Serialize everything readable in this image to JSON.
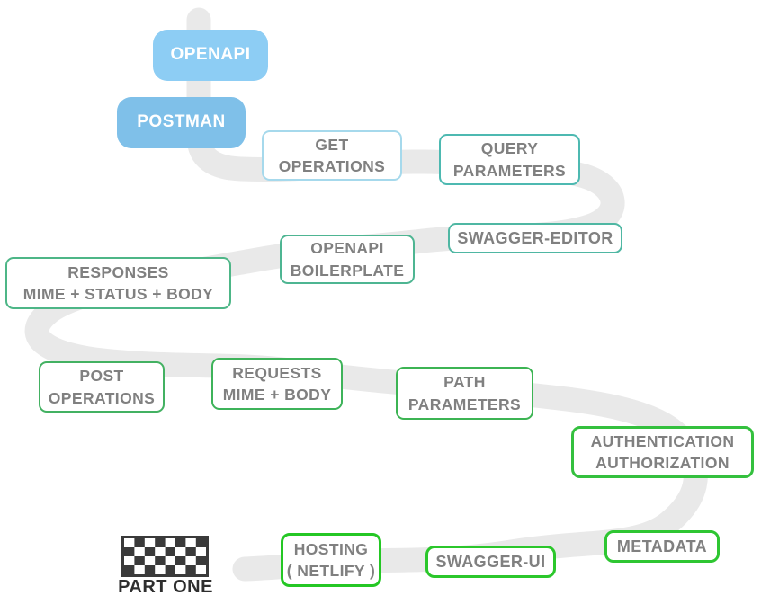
{
  "diagram": {
    "type": "roadmap",
    "road_color": "#e9e9e9",
    "label_color": "#808080"
  },
  "nodes": {
    "openapi": {
      "line1": "OPENAPI",
      "fill": "#8dcdf4",
      "text_color": "#ffffff"
    },
    "postman": {
      "line1": "POSTMAN",
      "fill": "#7fc0e9",
      "text_color": "#ffffff"
    },
    "get_operations": {
      "line1": "GET",
      "line2": "OPERATIONS",
      "border": "#a6d9ec"
    },
    "query_parameters": {
      "line1": "QUERY",
      "line2": "PARAMETERS",
      "border": "#4db9b1"
    },
    "swagger_editor": {
      "line1": "SWAGGER-EDITOR",
      "border": "#4fb7a3"
    },
    "openapi_boilerplate": {
      "line1": "OPENAPI",
      "line2": "BOILERPLATE",
      "border": "#4eb592"
    },
    "responses": {
      "line1": "RESPONSES",
      "line2": "MIME + STATUS + BODY",
      "border": "#4db687"
    },
    "post_operations": {
      "line1": "POST",
      "line2": "OPERATIONS",
      "border": "#43b162"
    },
    "requests": {
      "line1": "REQUESTS",
      "line2": "MIME + BODY",
      "border": "#3eb35a"
    },
    "path_parameters": {
      "line1": "PATH",
      "line2": "PARAMETERS",
      "border": "#3cb453"
    },
    "authentication": {
      "line1": "AUTHENTICATION",
      "line2": "AUTHORIZATION",
      "border": "#34c03e"
    },
    "metadata": {
      "line1": "METADATA",
      "border": "#2ec632"
    },
    "swagger_ui": {
      "line1": "SWAGGER-UI",
      "border": "#2bc72b"
    },
    "hosting": {
      "line1": "HOSTING",
      "line2": "( NETLIFY )",
      "border": "#24c724"
    }
  },
  "finish": {
    "caption": "PART ONE",
    "flag_color": "#3a3a3a"
  }
}
